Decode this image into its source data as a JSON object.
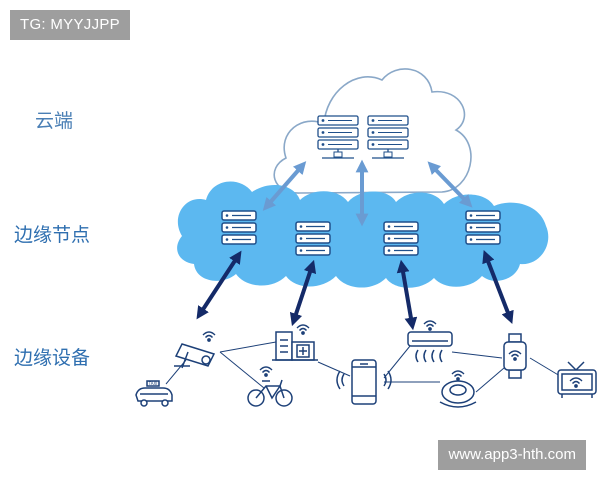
{
  "watermark_top": "TG: MYYJJPP",
  "watermark_bottom": "www.app3-hth.com",
  "tiers": {
    "cloud": "云端",
    "edge_node": "边缘节点",
    "edge_device": "边缘设备"
  },
  "colors": {
    "cloud_outline": "#8aa8c8",
    "edge_cloud_fill": "#5cb8f0",
    "server_stroke": "#1f4f8a",
    "device_stroke": "#1d4078",
    "light_arrow": "#6a9bd2",
    "dark_arrow": "#142a68",
    "label_blue": "#2f6fb0"
  },
  "devices": [
    {
      "name": "taxi",
      "icon": "taxi-icon"
    },
    {
      "name": "surveillance-camera",
      "icon": "camera-icon"
    },
    {
      "name": "hospital",
      "icon": "hospital-icon"
    },
    {
      "name": "bicycle",
      "icon": "bicycle-icon"
    },
    {
      "name": "smartphone",
      "icon": "phone-icon"
    },
    {
      "name": "air-conditioner",
      "icon": "air-conditioner-icon"
    },
    {
      "name": "robot-vacuum",
      "icon": "robot-vacuum-icon"
    },
    {
      "name": "smartwatch",
      "icon": "smartwatch-icon"
    },
    {
      "name": "television",
      "icon": "tv-icon"
    }
  ]
}
